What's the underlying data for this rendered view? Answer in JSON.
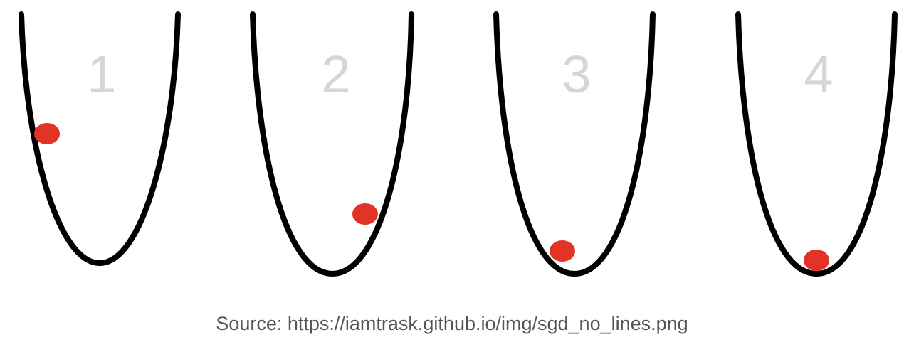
{
  "panels": [
    {
      "number": "1"
    },
    {
      "number": "2"
    },
    {
      "number": "3"
    },
    {
      "number": "4"
    }
  ],
  "colors": {
    "curve": "#000000",
    "ball": "#e33226",
    "number": "#d6d6d6",
    "caption": "#555555"
  },
  "caption": {
    "prefix": "Source: ",
    "link_text": "https://iamtrask.github.io/img/sgd_no_lines.png"
  }
}
